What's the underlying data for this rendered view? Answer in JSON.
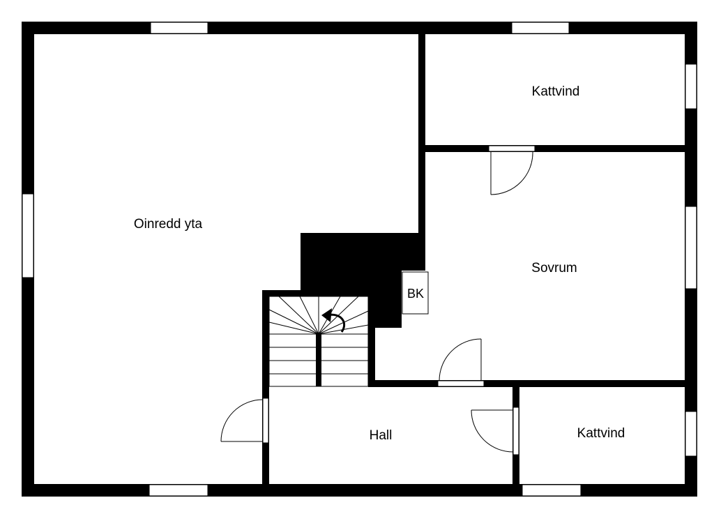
{
  "rooms": {
    "unfinished_area": "Oinredd yta",
    "attic_top": "Kattvind",
    "bedroom": "Sovrum",
    "hall": "Hall",
    "attic_bottom": "Kattvind"
  },
  "fixtures": {
    "closet": "BK"
  },
  "colors": {
    "wall": "#000000",
    "background": "#ffffff",
    "line": "#000000"
  }
}
